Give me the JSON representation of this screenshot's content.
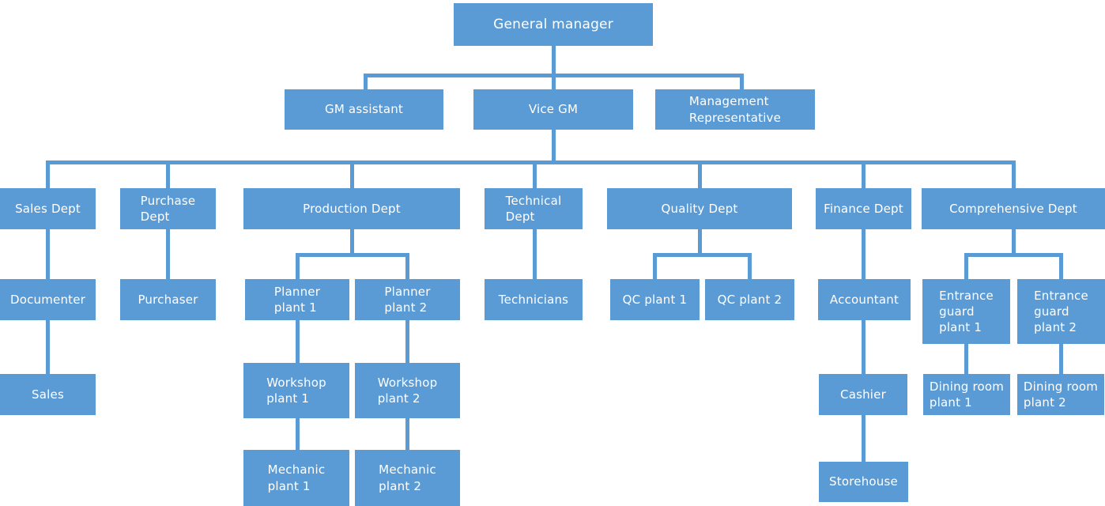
{
  "diagram": {
    "type": "org-chart",
    "theme": {
      "node_color": "#5b9bd5",
      "connector_color": "#5b9bd5",
      "text_color": "#ffffff",
      "background_color": "#ffffff"
    },
    "nodes": {
      "general_manager": {
        "label": "General manager"
      },
      "gm_assistant": {
        "label": "GM assistant"
      },
      "vice_gm": {
        "label": "Vice GM"
      },
      "management_representative": {
        "label": "Management\nRepresentative"
      },
      "sales_dept": {
        "label": "Sales Dept"
      },
      "purchase_dept": {
        "label": "Purchase\nDept"
      },
      "production_dept": {
        "label": "Production Dept"
      },
      "technical_dept": {
        "label": "Technical\nDept"
      },
      "quality_dept": {
        "label": "Quality Dept"
      },
      "finance_dept": {
        "label": "Finance Dept"
      },
      "comprehensive_dept": {
        "label": "Comprehensive Dept"
      },
      "documenter": {
        "label": "Documenter"
      },
      "purchaser": {
        "label": "Purchaser"
      },
      "planner_plant_1": {
        "label": "Planner\nplant 1"
      },
      "planner_plant_2": {
        "label": "Planner\nplant 2"
      },
      "technicians": {
        "label": "Technicians"
      },
      "qc_plant_1": {
        "label": "QC plant 1"
      },
      "qc_plant_2": {
        "label": "QC plant 2"
      },
      "accountant": {
        "label": "Accountant"
      },
      "entrance_guard_plant_1": {
        "label": "Entrance\nguard\nplant 1"
      },
      "entrance_guard_plant_2": {
        "label": "Entrance\nguard\nplant 2"
      },
      "sales": {
        "label": "Sales"
      },
      "workshop_plant_1": {
        "label": "Workshop\nplant 1"
      },
      "workshop_plant_2": {
        "label": "Workshop\nplant 2"
      },
      "cashier": {
        "label": "Cashier"
      },
      "dining_room_plant_1": {
        "label": "Dining room\nplant 1"
      },
      "dining_room_plant_2": {
        "label": "Dining room\nplant 2"
      },
      "mechanic_plant_1": {
        "label": "Mechanic\nplant 1"
      },
      "mechanic_plant_2": {
        "label": "Mechanic\nplant 2"
      },
      "storehouse": {
        "label": "Storehouse"
      }
    },
    "structure": {
      "General manager": [
        "GM assistant",
        "Vice GM",
        "Management Representative"
      ],
      "Vice GM": [
        "Sales Dept",
        "Purchase Dept",
        "Production Dept",
        "Technical Dept",
        "Quality Dept",
        "Finance Dept",
        "Comprehensive Dept"
      ],
      "Sales Dept": [
        "Documenter"
      ],
      "Documenter": [
        "Sales"
      ],
      "Purchase Dept": [
        "Purchaser"
      ],
      "Production Dept": [
        "Planner plant 1",
        "Planner plant 2"
      ],
      "Planner plant 1": [
        "Workshop plant 1"
      ],
      "Planner plant 2": [
        "Workshop plant 2"
      ],
      "Workshop plant 1": [
        "Mechanic plant 1"
      ],
      "Workshop plant 2": [
        "Mechanic plant 2"
      ],
      "Technical Dept": [
        "Technicians"
      ],
      "Quality Dept": [
        "QC plant 1",
        "QC plant 2"
      ],
      "Finance Dept": [
        "Accountant"
      ],
      "Accountant": [
        "Cashier"
      ],
      "Cashier": [
        "Storehouse"
      ],
      "Comprehensive Dept": [
        "Entrance guard plant 1",
        "Entrance guard plant 2"
      ],
      "Entrance guard plant 1": [
        "Dining room plant 1"
      ],
      "Entrance guard plant 2": [
        "Dining room plant 2"
      ]
    }
  }
}
